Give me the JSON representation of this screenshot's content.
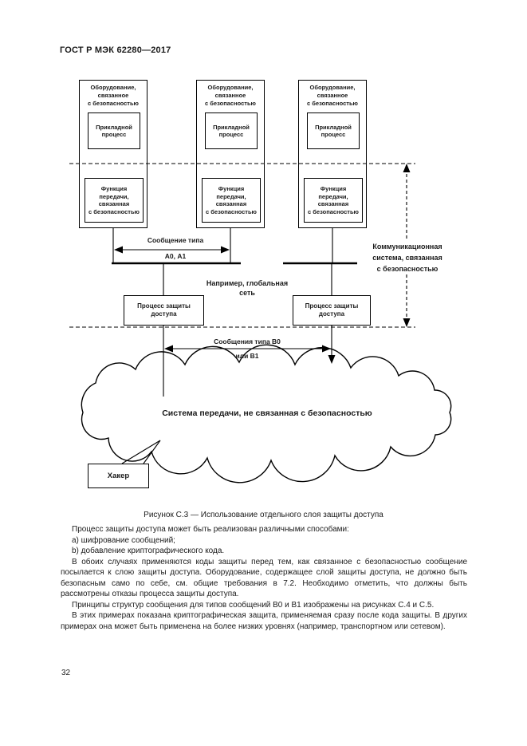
{
  "header": {
    "standard_number": "ГОСТ Р МЭК 62280—2017"
  },
  "figure": {
    "equipment_label": "Оборудование,\nсвязанное\nс безопасностью",
    "application_process": "Прикладной\nпроцесс",
    "transfer_function": "Функция\nпередачи,\nсвязанная\nс безопасностью",
    "message_a_line1": "Сообщение типа",
    "message_a_line2": "А0, А1",
    "comm_system": "Коммуникационная\nсистема, связанная\nс безопасностью",
    "network_example": "Например, глобальная\nсеть",
    "access_process": "Процесс защиты\nдоступа",
    "message_b_line1": "Сообщения типа В0",
    "message_b_line2": "или В1",
    "cloud": "Система передачи, не связанная с безопасностью",
    "hacker": "Хакер",
    "caption": "Рисунок С.3 — Использование отдельного слоя защиты доступа"
  },
  "body": {
    "paragraphs": [
      "Процесс защиты доступа может быть реализован различными способами:",
      "а) шифрование сообщений;",
      "b) добавление криптографического кода.",
      "В обоих случаях применяются коды защиты перед тем, как связанное с безопасностью сообщение посылается к слою защиты доступа. Оборудование, содержащее слой защиты доступа, не должно быть безопасным само по себе, см. общие требования в 7.2. Необходимо отметить, что должны быть рассмотрены отказы процесса защиты доступа.",
      "Принципы структур сообщения для типов сообщений В0 и В1 изображены на рисунках С.4 и С.5.",
      "В этих примерах показана криптографическая защита, применяемая сразу после кода защиты. В других примерах она может быть применена на более низких уровнях (например, транспортном или сетевом)."
    ]
  },
  "footer": {
    "page_number": "32"
  }
}
